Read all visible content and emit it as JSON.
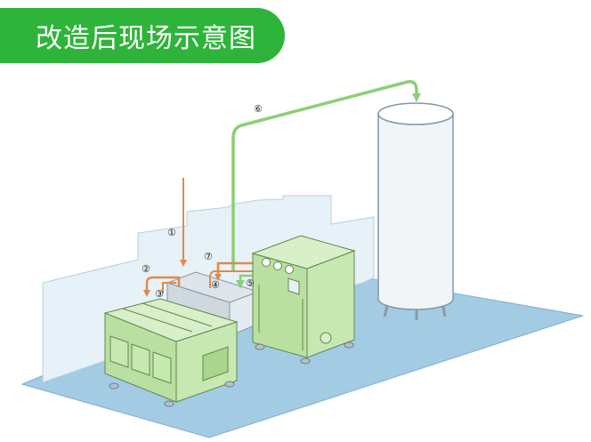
{
  "title": "改造后现场示意图",
  "colors": {
    "banner_green": "#2eb43a",
    "pipe_green": "#8ccf75",
    "pipe_orange": "#e08a4a",
    "machine_green": "#b9e0a1",
    "floor_blue": "#a3cbe4",
    "wall_blue": "#e6f1f8",
    "tank_white": "#f1f5f8"
  },
  "labels": {
    "n1": "①",
    "n2": "②",
    "n3": "③",
    "n4": "④",
    "n5": "⑤",
    "n6": "⑥",
    "n7": "⑦"
  }
}
